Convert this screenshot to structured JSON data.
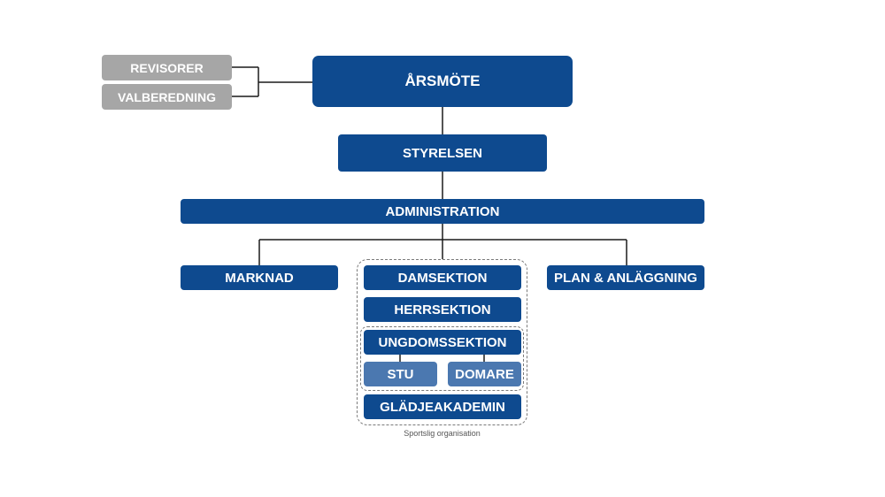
{
  "top": {
    "label": "ÅRSMÖTE"
  },
  "aside": [
    {
      "label": "REVISORER"
    },
    {
      "label": "VALBEREDNING"
    }
  ],
  "board": {
    "label": "STYRELSEN"
  },
  "admin": {
    "label": "ADMINISTRATION"
  },
  "departments": {
    "marketing": {
      "label": "MARKNAD"
    },
    "facilities": {
      "label": "PLAN & ANLÄGGNING"
    }
  },
  "sports": {
    "caption": "Sportslig organisation",
    "womens": {
      "label": "DAMSEKTION"
    },
    "mens": {
      "label": "HERRSEKTION"
    },
    "youth": {
      "label": "UNGDOMSSEKTION"
    },
    "youth_children": [
      {
        "label": "STU"
      },
      {
        "label": "DOMARE"
      }
    ],
    "academy": {
      "label": "GLÄDJEAKADEMIN"
    }
  },
  "colors": {
    "primary": "#0e4a8f",
    "secondary": "#4b78b0",
    "muted": "#a6a6a6",
    "connector": "#1a1a1a",
    "dashed": "#7a7a7a"
  }
}
